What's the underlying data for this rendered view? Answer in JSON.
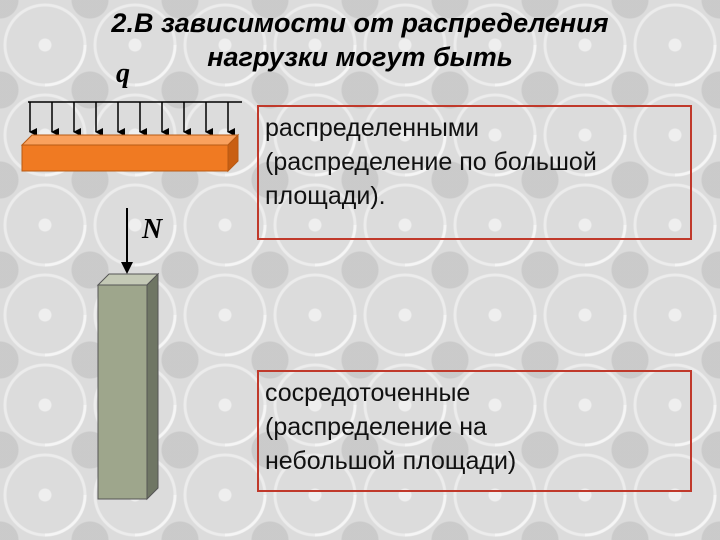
{
  "title": {
    "line1": "2.В зависимости от распределения",
    "line2": "нагрузки могут быть"
  },
  "figure": {
    "q_label": "q",
    "n_label": "N"
  },
  "distributed": {
    "line1": "распределенными",
    "line2": "(распределение по большой",
    "line3": "площади)."
  },
  "concentrated": {
    "line1": "сосредоточенные",
    "line2": "(распределение на",
    "line3": "небольшой площади)"
  },
  "colors": {
    "beam": "#f07a22",
    "column": "#9ea68c",
    "border": "#c0392b"
  }
}
